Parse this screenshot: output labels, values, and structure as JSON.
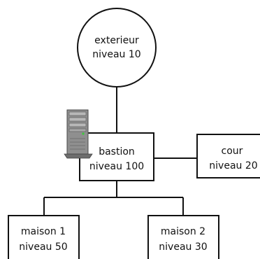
{
  "diagram": {
    "nodes": {
      "exterieur": {
        "name": "exterieur",
        "level": "niveau 10",
        "shape": "circle"
      },
      "bastion": {
        "name": "bastion",
        "level": "niveau 100",
        "shape": "rect",
        "icon": "server-tower-icon"
      },
      "cour": {
        "name": "cour",
        "level": "niveau 20",
        "shape": "rect"
      },
      "maison1": {
        "name": "maison 1",
        "level": "niveau 50",
        "shape": "rect"
      },
      "maison2": {
        "name": "maison 2",
        "level": "niveau 30",
        "shape": "rect"
      }
    },
    "edges": [
      [
        "exterieur",
        "bastion"
      ],
      [
        "bastion",
        "cour"
      ],
      [
        "bastion",
        "maison1"
      ],
      [
        "bastion",
        "maison2"
      ]
    ],
    "colors": {
      "stroke": "#111111",
      "fill": "#ffffff",
      "server_body": "#8a8a8a",
      "server_dark": "#5a5a5a",
      "server_light": "#c8c8c8",
      "server_led": "#3cc83c"
    }
  }
}
